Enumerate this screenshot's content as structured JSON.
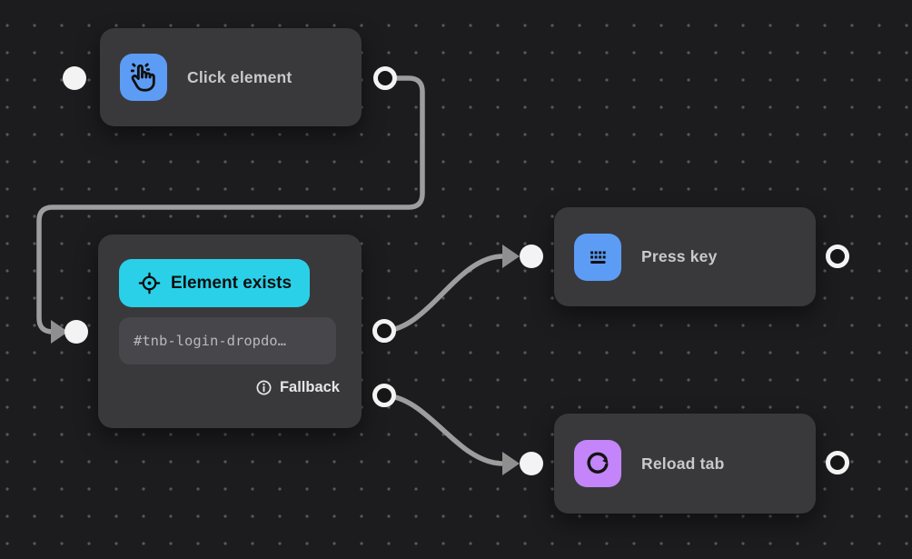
{
  "canvas": {
    "background": "#1c1c1e",
    "dot_color": "#57575b",
    "edge_color": "#9d9d9d",
    "handle_fill": "#f3f3f3",
    "handle_center": "#161616"
  },
  "nodes": {
    "click_element": {
      "title": "Click element",
      "icon": "hand-tap-icon",
      "icon_bg": "#5d9cf5"
    },
    "element_exists": {
      "badge_label": "Element exists",
      "badge_bg": "#2ad0e8",
      "icon": "target-locate-icon",
      "selector": "#tnb-login-dropdo…",
      "fallback_label": "Fallback"
    },
    "press_key": {
      "title": "Press key",
      "icon": "keyboard-icon",
      "icon_bg": "#5d9cf5"
    },
    "reload_tab": {
      "title": "Reload tab",
      "icon": "reload-icon",
      "icon_bg": "#c385f9"
    }
  }
}
